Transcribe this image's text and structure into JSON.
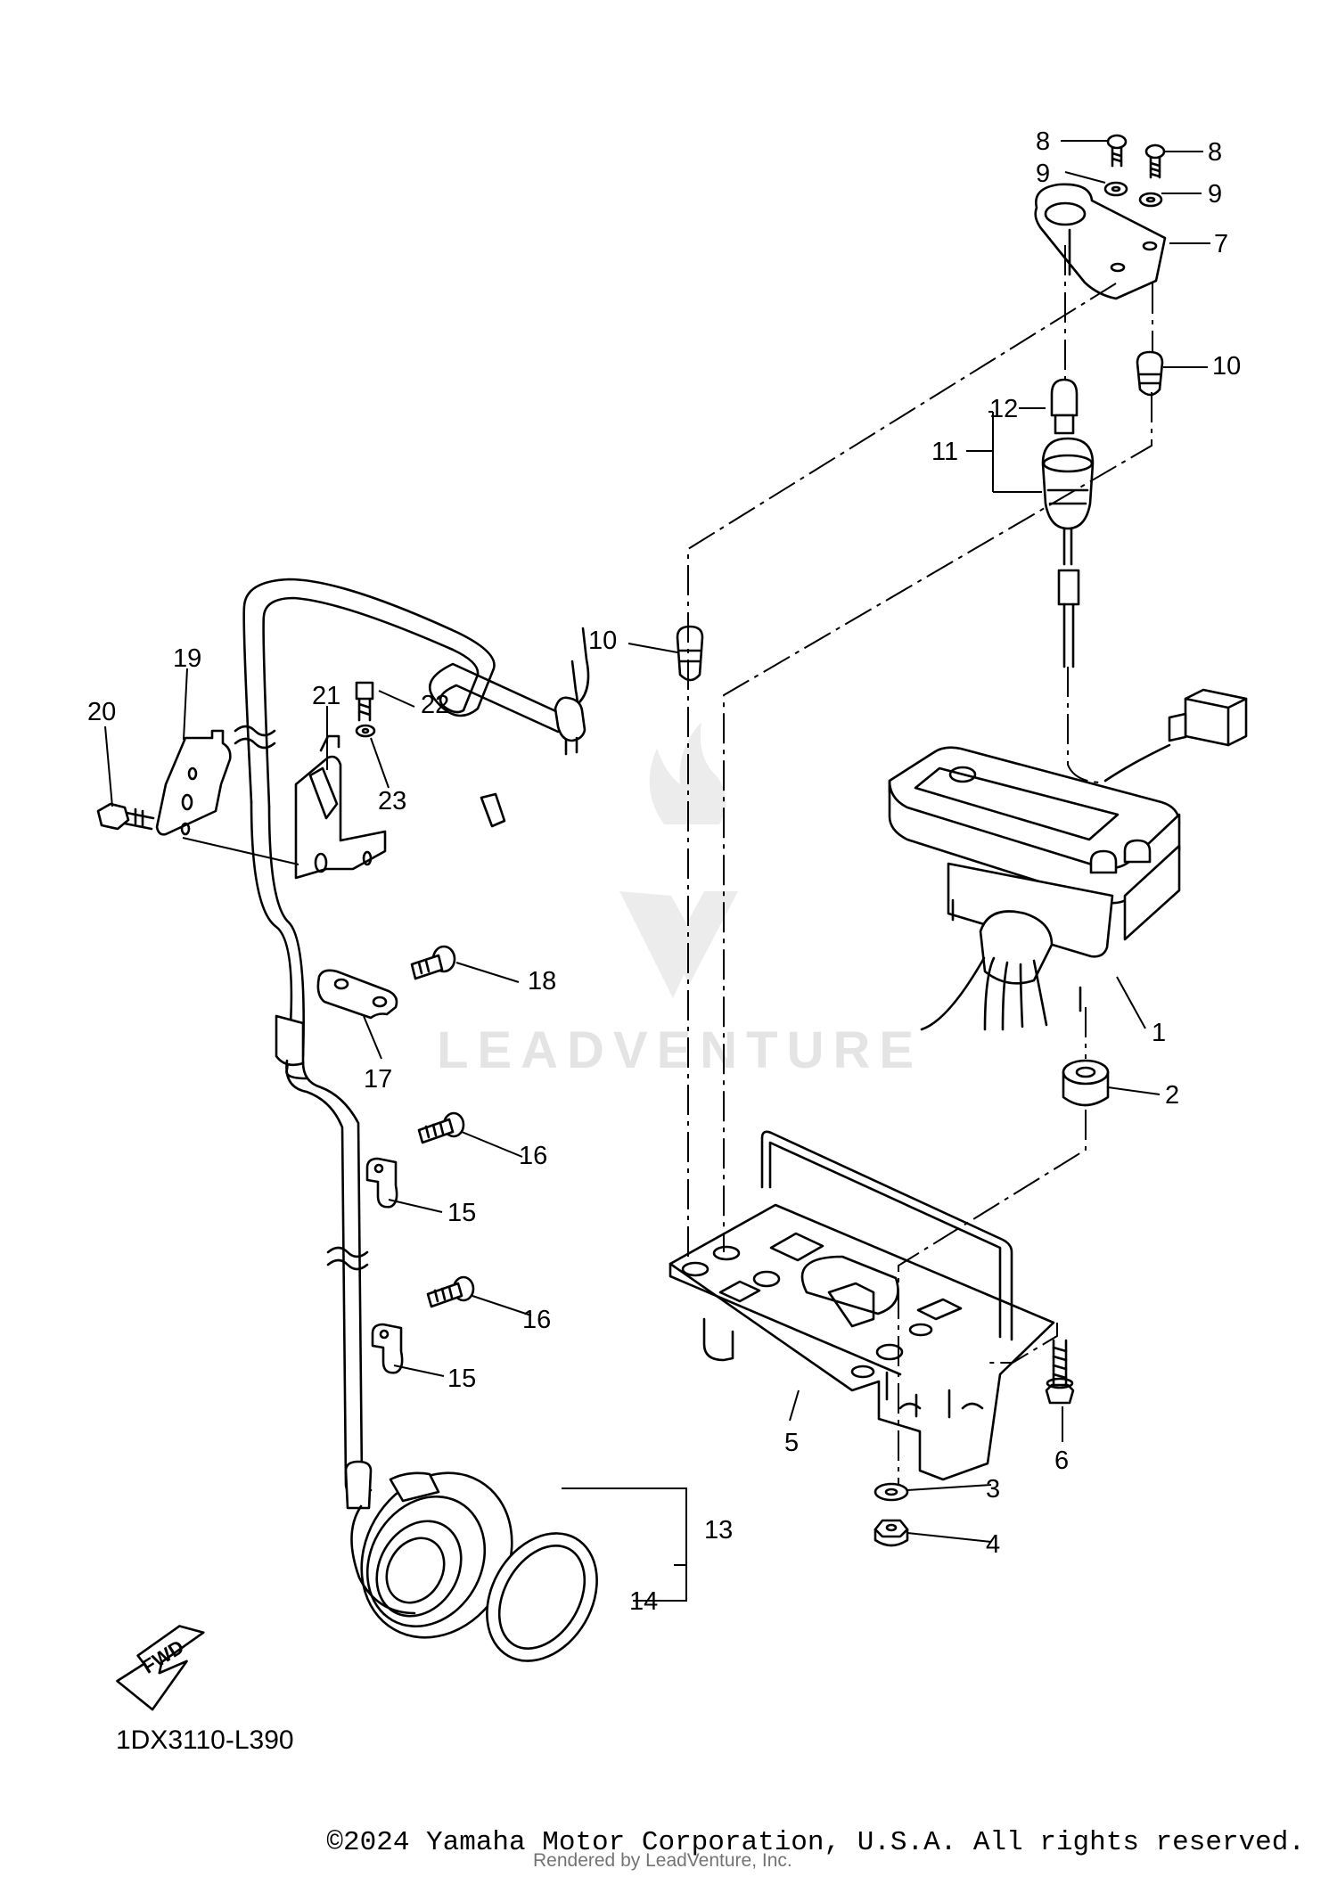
{
  "diagram": {
    "reference_code": "1DX3110-L390",
    "fwd_label": "FWD",
    "watermark": "LEADVENTURE",
    "callouts": {
      "c1": "1",
      "c2": "2",
      "c3": "3",
      "c4": "4",
      "c5": "5",
      "c6": "6",
      "c7": "7",
      "c8a": "8",
      "c8b": "8",
      "c9a": "9",
      "c9b": "9",
      "c10a": "10",
      "c10b": "10",
      "c11": "11",
      "c12": "12",
      "c13": "13",
      "c14": "14",
      "c15a": "15",
      "c15b": "15",
      "c16a": "16",
      "c16b": "16",
      "c17": "17",
      "c18": "18",
      "c19": "19",
      "c20": "20",
      "c21": "21",
      "c22": "22",
      "c23": "23"
    }
  },
  "footer": {
    "copyright": "©2024 Yamaha Motor Corporation, U.S.A. All rights reserved.",
    "rendered_by": "Rendered by LeadVenture, Inc."
  }
}
